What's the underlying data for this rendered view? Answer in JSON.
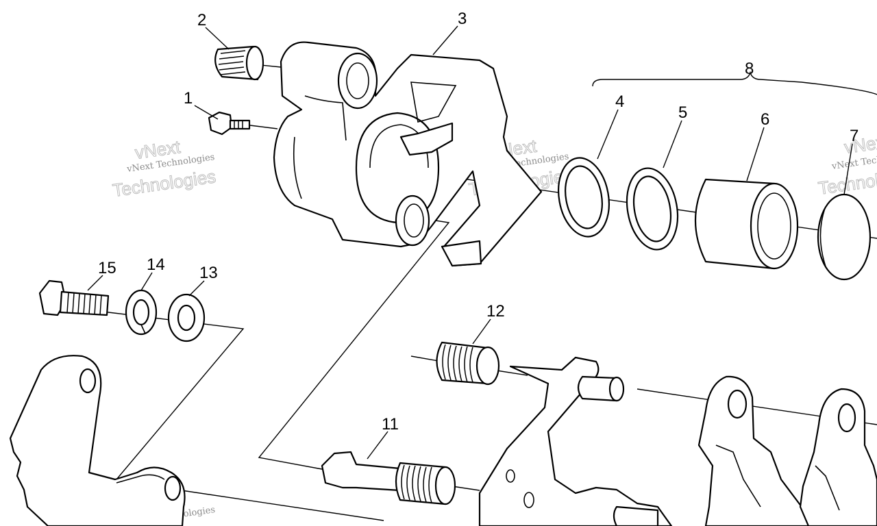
{
  "callouts": [
    {
      "id": "c1",
      "text": "1"
    },
    {
      "id": "c2",
      "text": "2"
    },
    {
      "id": "c3",
      "text": "3"
    },
    {
      "id": "c4",
      "text": "4"
    },
    {
      "id": "c5",
      "text": "5"
    },
    {
      "id": "c6",
      "text": "6"
    },
    {
      "id": "c7",
      "text": "7"
    },
    {
      "id": "c8",
      "text": "8"
    },
    {
      "id": "c11",
      "text": "11"
    },
    {
      "id": "c12",
      "text": "12"
    },
    {
      "id": "c13",
      "text": "13"
    },
    {
      "id": "c14",
      "text": "14"
    },
    {
      "id": "c15",
      "text": "15"
    }
  ],
  "watermark": {
    "line_small": "vNext Technologies",
    "line_big_1": "vNext",
    "line_big_2": "Technologies"
  }
}
